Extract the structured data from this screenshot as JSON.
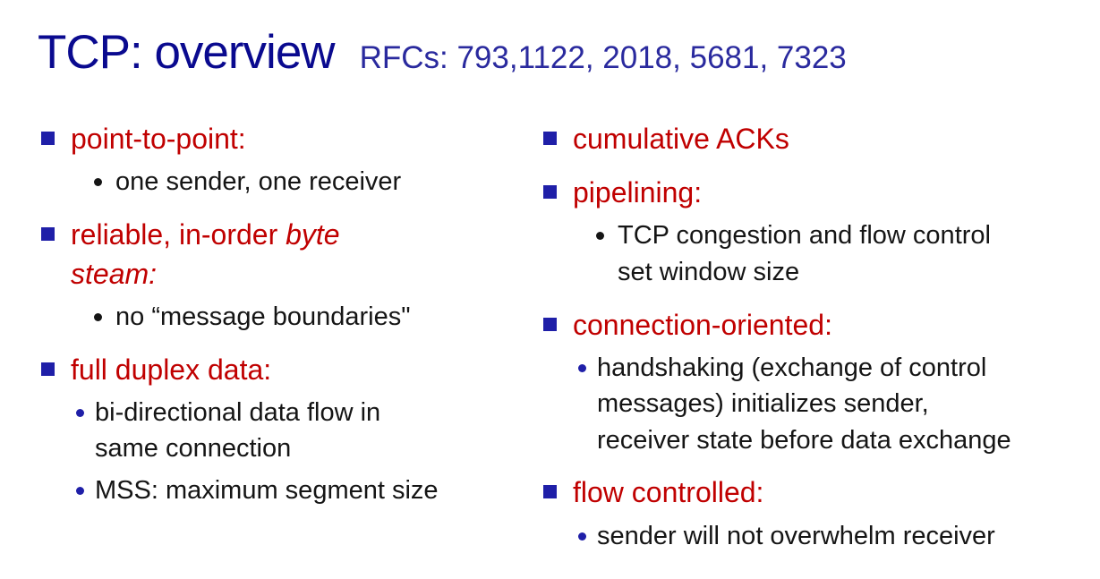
{
  "title": "TCP: overview",
  "subtitle": "RFCs: 793,1122, 2018, 5681, 7323",
  "colors": {
    "title": "#0a0a8f",
    "subtitle": "#2a2a9e",
    "heading_red": "#c00000",
    "bullet_blue": "#1f1fa8",
    "body_text": "#151515",
    "background": "#ffffff"
  },
  "columns": [
    {
      "items": [
        {
          "type": "l1",
          "text": "point-to-point:"
        },
        {
          "type": "l2-black",
          "text": "one sender, one receiver"
        },
        {
          "type": "l1",
          "text": "reliable, in-order ",
          "italic": "byte\nsteam:"
        },
        {
          "type": "l2-black",
          "text": "no “message boundaries\""
        },
        {
          "type": "l1",
          "text": "full duplex data:"
        },
        {
          "type": "l2-blue",
          "text": "bi-directional data flow in\nsame connection"
        },
        {
          "type": "l2-blue",
          "text": "MSS: maximum segment size"
        }
      ]
    },
    {
      "items": [
        {
          "type": "l1",
          "text": "cumulative ACKs"
        },
        {
          "type": "l1",
          "text": "pipelining:"
        },
        {
          "type": "l2-black",
          "text": "TCP congestion and flow control\nset window size"
        },
        {
          "type": "l1",
          "text": "connection-oriented:"
        },
        {
          "type": "l2-blue",
          "text": "handshaking (exchange of control\nmessages) initializes sender,\nreceiver state before data exchange"
        },
        {
          "type": "l1",
          "text": "flow controlled:"
        },
        {
          "type": "l2-blue",
          "text": "sender will not overwhelm receiver"
        }
      ]
    }
  ]
}
